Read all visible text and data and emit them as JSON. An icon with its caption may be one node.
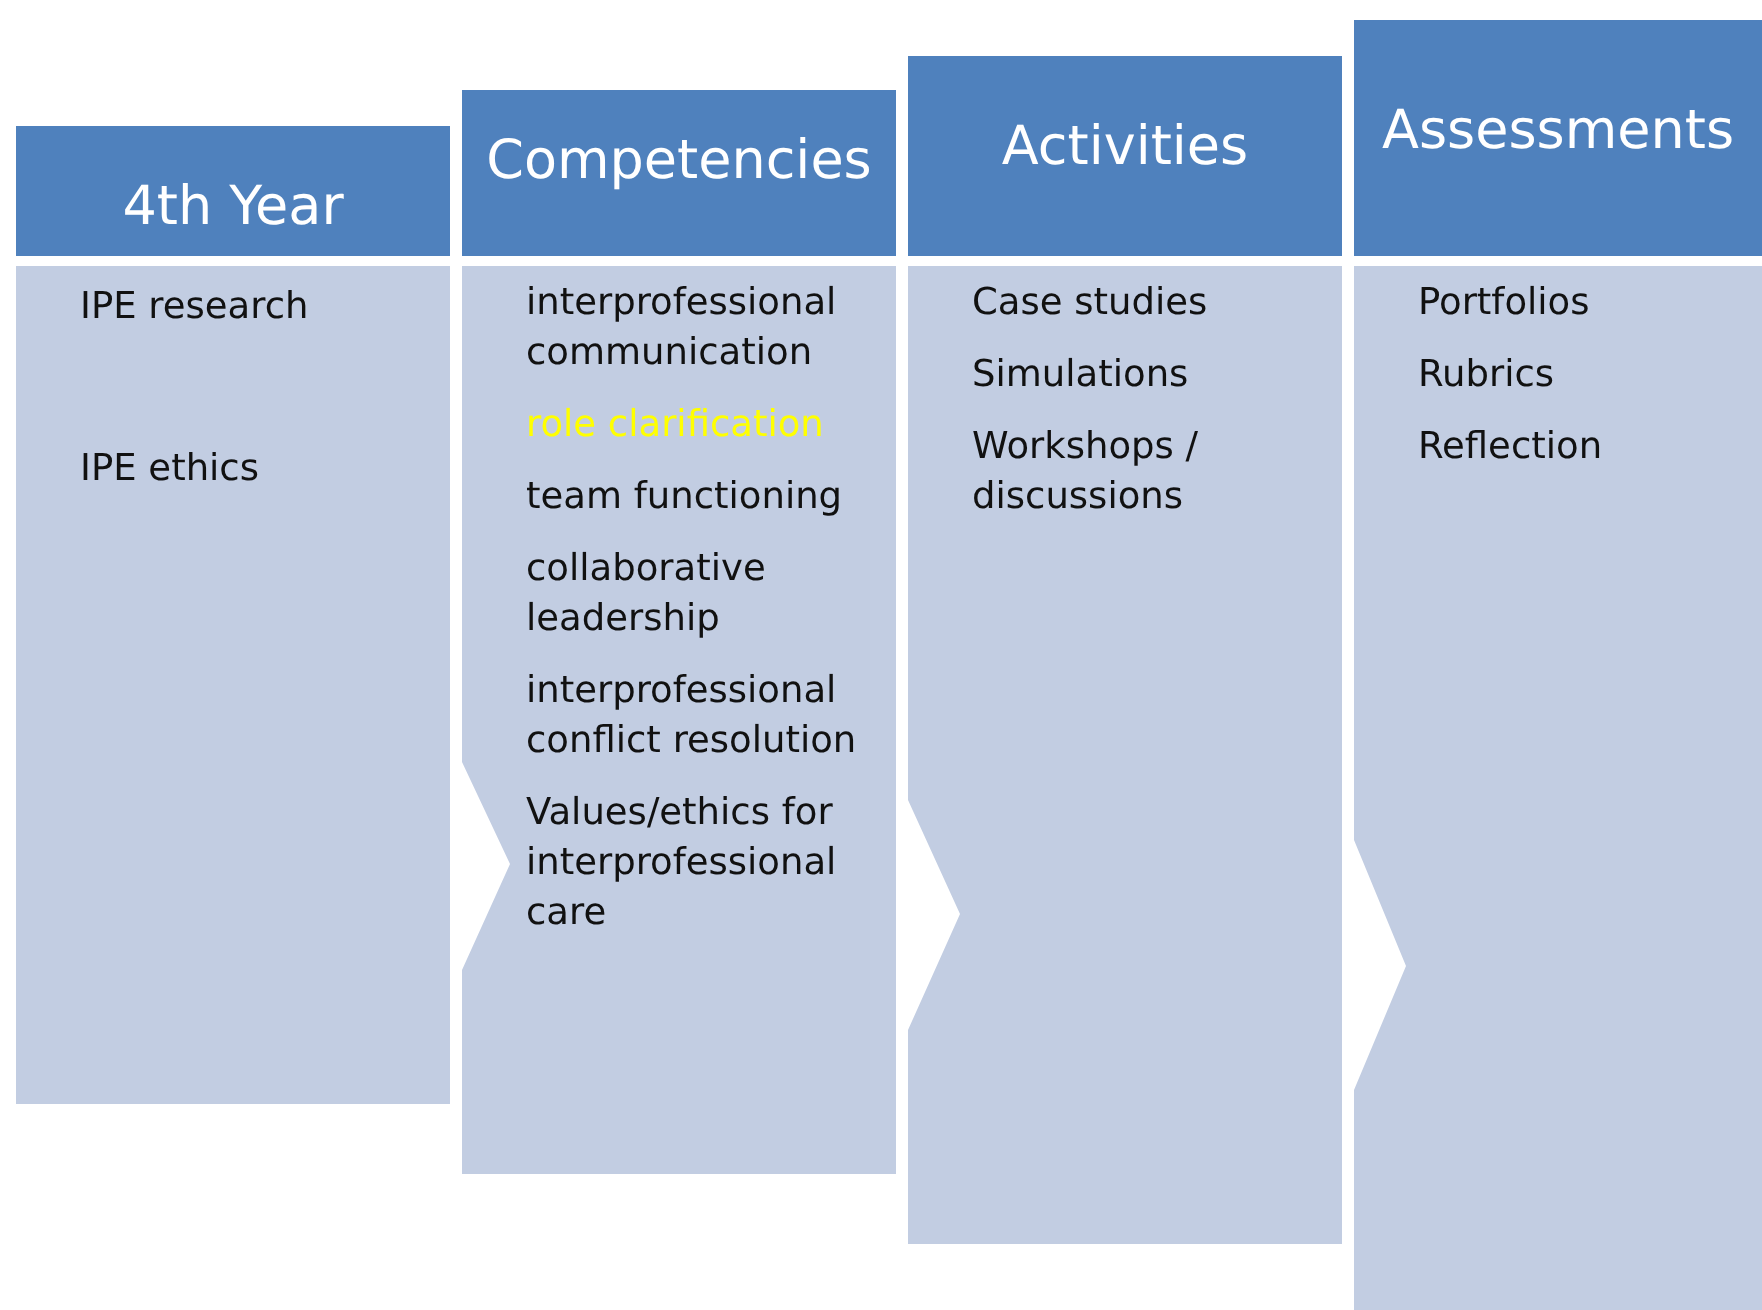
{
  "diagram": {
    "nodes": [
      {
        "text": [
          "4th Year"
        ]
      },
      {
        "text": [
          "IPE research",
          "IPE ethics"
        ]
      },
      {
        "text": [
          "Competencies"
        ]
      },
      {
        "text": [
          "interprofessional communication",
          "role clarification",
          "team functioning",
          "collaborative leadership",
          "interprofessional conflict resolution",
          "Values/ethics for interprofessional care"
        ]
      },
      {
        "text": [
          "Activities"
        ]
      },
      {
        "text": [
          "Case studies",
          "Simulations",
          "Workshops / discussions"
        ]
      },
      {
        "text": [
          "Assessments"
        ]
      },
      {
        "text": [
          "Portfolios",
          "Rubrics",
          "Reflection"
        ]
      }
    ]
  }
}
